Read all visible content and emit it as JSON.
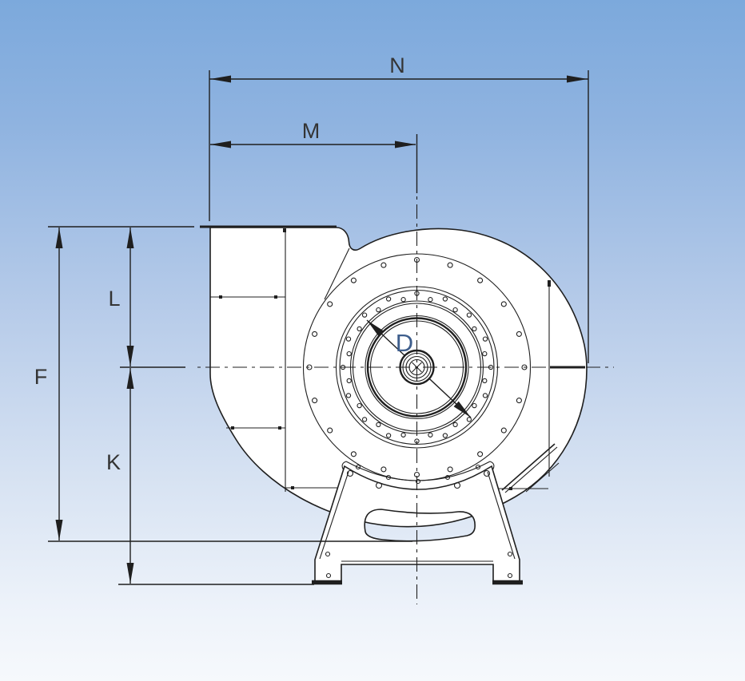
{
  "drawing": {
    "type": "technical-dimensional-drawing",
    "subject": "centrifugal-fan-front-view",
    "labels": {
      "n": "N",
      "m": "M",
      "l": "L",
      "f": "F",
      "k": "K",
      "d": "D"
    }
  },
  "colors": {
    "background_top": "#7CA9DC",
    "background_bottom": "#F6F9FC",
    "line": "#1F1F1F",
    "label": "#343434",
    "label_d": "#3E5E8C",
    "drawing_fill": "#FFFFFF"
  }
}
